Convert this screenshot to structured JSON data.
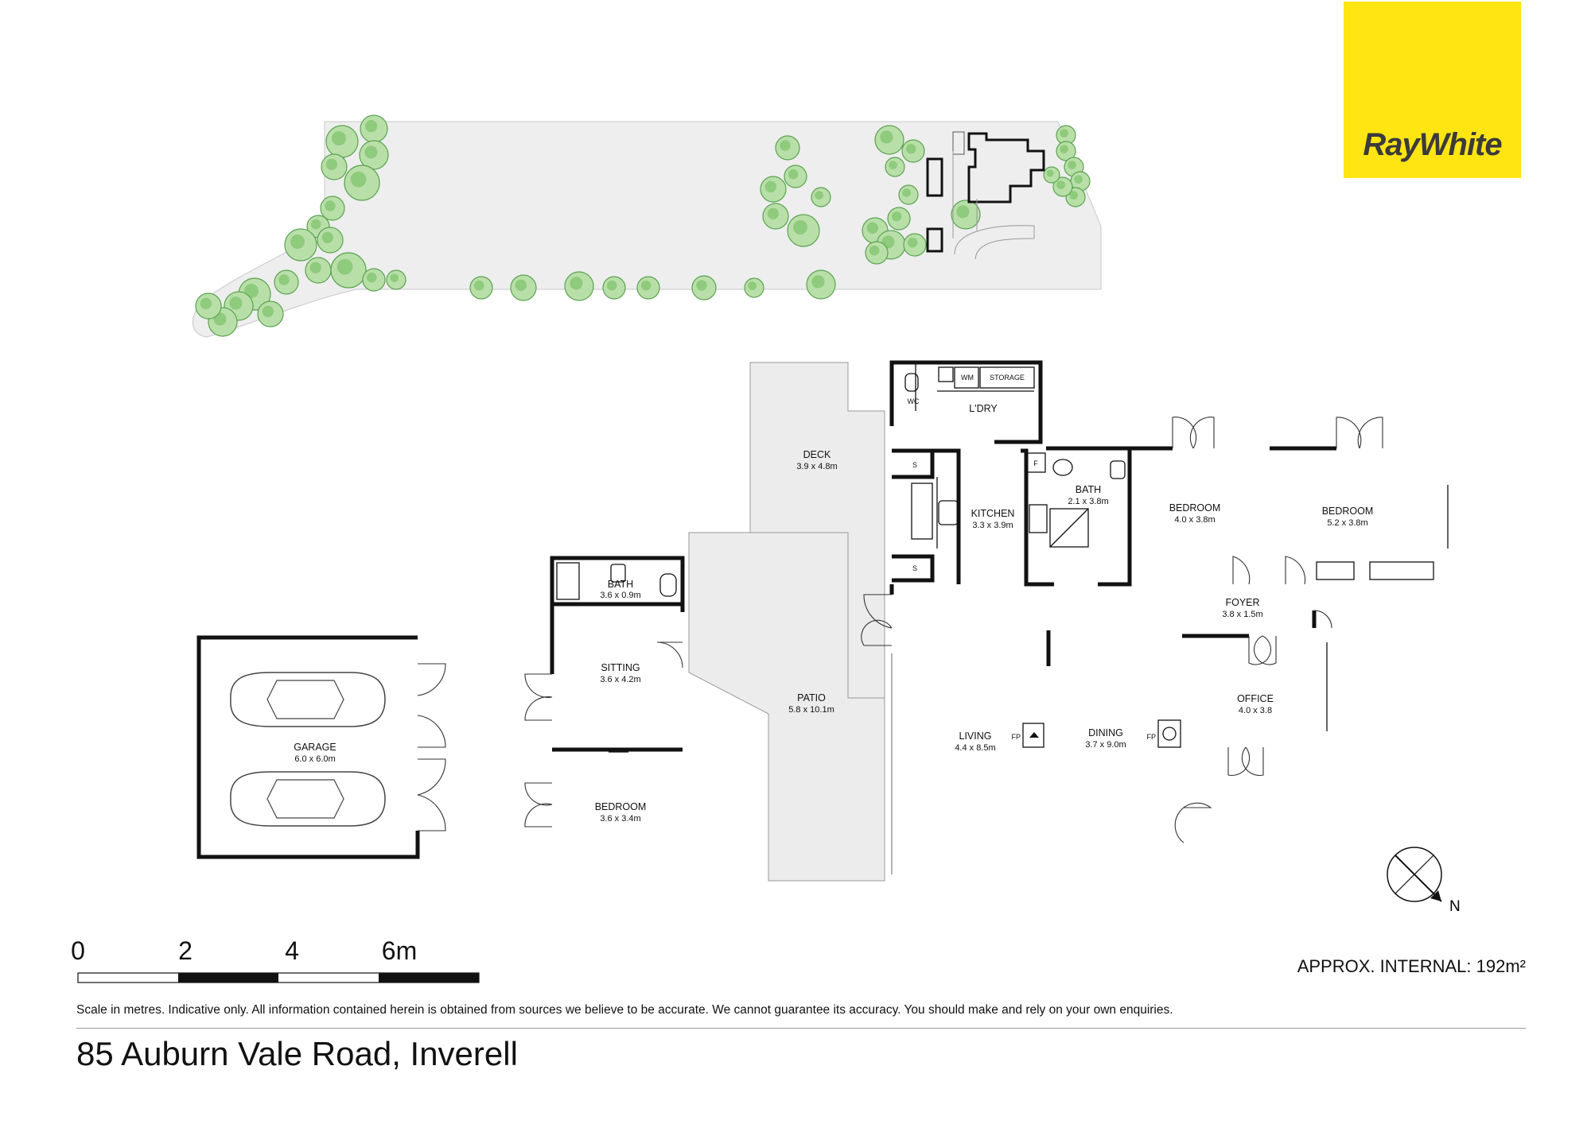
{
  "brand": {
    "name": "RayWhite",
    "color": "#ffe512",
    "text_color": "#3b3b3b"
  },
  "rooms": [
    {
      "id": "deck",
      "name": "DECK",
      "dims": "3.9 x 4.8m"
    },
    {
      "id": "wc",
      "name": "WC",
      "dims": ""
    },
    {
      "id": "laundry",
      "name": "L'DRY",
      "dims": ""
    },
    {
      "id": "wm",
      "name": "WM",
      "dims": ""
    },
    {
      "id": "storage",
      "name": "STORAGE",
      "dims": ""
    },
    {
      "id": "kitchen",
      "name": "KITCHEN",
      "dims": "3.3 x 3.9m"
    },
    {
      "id": "bath-main",
      "name": "BATH",
      "dims": "2.1 x 3.8m"
    },
    {
      "id": "bedroom-1",
      "name": "BEDROOM",
      "dims": "4.0 x 3.8m"
    },
    {
      "id": "bedroom-2",
      "name": "BEDROOM",
      "dims": "5.2 x 3.8m"
    },
    {
      "id": "foyer",
      "name": "FOYER",
      "dims": "3.8 x 1.5m"
    },
    {
      "id": "office",
      "name": "OFFICE",
      "dims": "4.0 x 3.8"
    },
    {
      "id": "living",
      "name": "LIVING",
      "dims": "4.4 x 8.5m"
    },
    {
      "id": "dining",
      "name": "DINING",
      "dims": "3.7 x 9.0m"
    },
    {
      "id": "patio",
      "name": "PATIO",
      "dims": "5.8 x 10.1m"
    },
    {
      "id": "bath-studio",
      "name": "BATH",
      "dims": "3.6 x 0.9m"
    },
    {
      "id": "sitting",
      "name": "SITTING",
      "dims": "3.6 x 4.2m"
    },
    {
      "id": "bedroom-studio",
      "name": "BEDROOM",
      "dims": "3.6 x 3.4m"
    },
    {
      "id": "garage",
      "name": "GARAGE",
      "dims": "6.0 x 6.0m"
    }
  ],
  "fixtures": {
    "fireplace": "FP",
    "fridge": "F",
    "shower": "S"
  },
  "compass": {
    "label": "N"
  },
  "scale_bar": {
    "labels": [
      "0",
      "2",
      "4",
      "6m"
    ]
  },
  "approx_internal": "APPROX. INTERNAL: 192m²",
  "disclaimer": "Scale in metres. Indicative only. All information contained herein is obtained from sources we believe to be accurate. We cannot guarantee its accuracy. You should make and rely on your own enquiries.",
  "address": "85 Auburn Vale Road, Inverell"
}
